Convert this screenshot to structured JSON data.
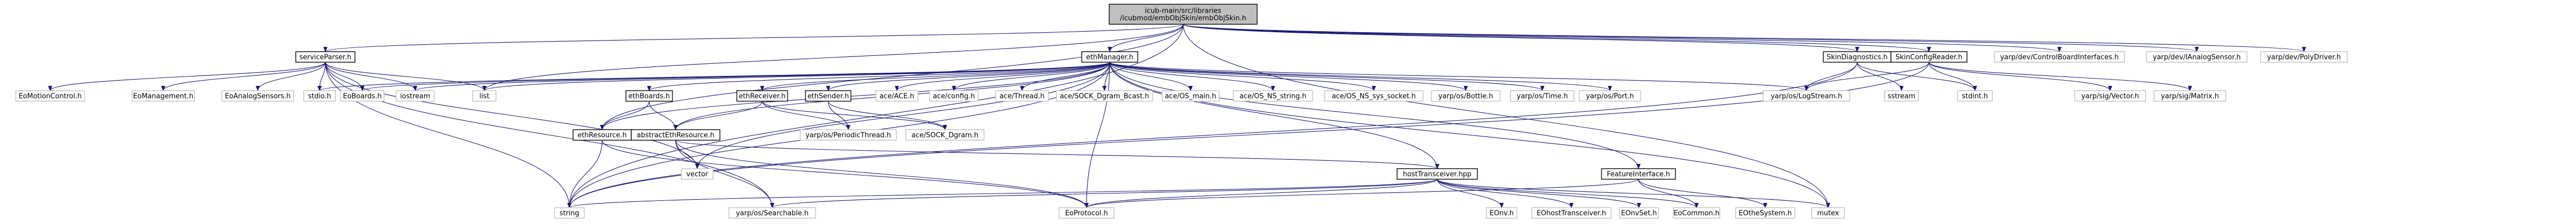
{
  "root": {
    "lines": [
      "icub-main/src/libraries",
      "/icubmod/embObjSkin/embObjSkin.h"
    ]
  },
  "nodes": [
    {
      "id": "servicesParser",
      "text": "serviceParser.h",
      "link": true
    },
    {
      "id": "ethManager",
      "text": "ethManager.h",
      "link": true
    },
    {
      "id": "skinDiagnostics",
      "text": "SkinDiagnostics.h",
      "link": true
    },
    {
      "id": "skinConfigReader",
      "text": "SkinConfigReader.h",
      "link": true
    },
    {
      "id": "controlBoardInterfaces",
      "text": "yarp/dev/ControlBoardInterfaces.h",
      "link": false
    },
    {
      "id": "iAnalogSensor",
      "text": "yarp/dev/IAnalogSensor.h",
      "link": false
    },
    {
      "id": "polyDriver",
      "text": "yarp/dev/PolyDriver.h",
      "link": false
    },
    {
      "id": "eoMotionControl",
      "text": "EoMotionControl.h",
      "link": false
    },
    {
      "id": "eoManagement",
      "text": "EoManagement.h",
      "link": false
    },
    {
      "id": "eoAnalogSensors",
      "text": "EoAnalogSensors.h",
      "link": false
    },
    {
      "id": "stdio",
      "text": "stdio.h",
      "link": false
    },
    {
      "id": "eoBoards",
      "text": "EoBoards.h",
      "link": false
    },
    {
      "id": "iostream",
      "text": "iostream",
      "link": false
    },
    {
      "id": "list",
      "text": "list",
      "link": false
    },
    {
      "id": "ethBoards",
      "text": "ethBoards.h",
      "link": true
    },
    {
      "id": "ethReceiver",
      "text": "ethReceiver.h",
      "link": true
    },
    {
      "id": "ethSender",
      "text": "ethSender.h",
      "link": true
    },
    {
      "id": "aceACE",
      "text": "ace/ACE.h",
      "link": false
    },
    {
      "id": "aceConfig",
      "text": "ace/config.h",
      "link": false
    },
    {
      "id": "aceThread",
      "text": "ace/Thread.h",
      "link": false
    },
    {
      "id": "aceSockDgramBcast",
      "text": "ace/SOCK_Dgram_Bcast.h",
      "link": false
    },
    {
      "id": "aceOSmain",
      "text": "ace/OS_main.h",
      "link": false
    },
    {
      "id": "aceOSNSstring",
      "text": "ace/OS_NS_string.h",
      "link": false
    },
    {
      "id": "aceOSNSsyssocket",
      "text": "ace/OS_NS_sys_socket.h",
      "link": false
    },
    {
      "id": "yarpBottle",
      "text": "yarp/os/Bottle.h",
      "link": false
    },
    {
      "id": "yarpTime",
      "text": "yarp/os/Time.h",
      "link": false
    },
    {
      "id": "yarpPort",
      "text": "yarp/os/Port.h",
      "link": false
    },
    {
      "id": "yarpLogStream",
      "text": "yarp/os/LogStream.h",
      "link": false
    },
    {
      "id": "sstream",
      "text": "sstream",
      "link": false
    },
    {
      "id": "stdint",
      "text": "stdint.h",
      "link": false
    },
    {
      "id": "yarpVector",
      "text": "yarp/sig/Vector.h",
      "link": false
    },
    {
      "id": "yarpMatrix",
      "text": "yarp/sig/Matrix.h",
      "link": false
    },
    {
      "id": "abstractEthResource",
      "text": "abstractEthResource.h",
      "link": true
    },
    {
      "id": "yarpPeriodicThread",
      "text": "yarp/os/PeriodicThread.h",
      "link": false
    },
    {
      "id": "aceSockDgram",
      "text": "ace/SOCK_Dgram.h",
      "link": false
    },
    {
      "id": "ethResource",
      "text": "ethResource.h",
      "link": true
    },
    {
      "id": "vector",
      "text": "vector",
      "link": false
    },
    {
      "id": "hostTransceiver",
      "text": "hostTransceiver.hpp",
      "link": true
    },
    {
      "id": "featureInterface",
      "text": "FeatureInterface.h",
      "link": true
    },
    {
      "id": "string",
      "text": "string",
      "link": false
    },
    {
      "id": "yarpSearchable",
      "text": "yarp/os/Searchable.h",
      "link": false
    },
    {
      "id": "eoProtocol",
      "text": "EoProtocol.h",
      "link": false
    },
    {
      "id": "eoNv",
      "text": "EOnv.h",
      "link": false
    },
    {
      "id": "eoHostTransceiver",
      "text": "EOhostTransceiver.h",
      "link": false
    },
    {
      "id": "eoNvSet",
      "text": "EOnvSet.h",
      "link": false
    },
    {
      "id": "eoCommon",
      "text": "EoCommon.h",
      "link": false
    },
    {
      "id": "eoTheSystem",
      "text": "EOtheSystem.h",
      "link": false
    },
    {
      "id": "mutex",
      "text": "mutex",
      "link": false
    }
  ]
}
